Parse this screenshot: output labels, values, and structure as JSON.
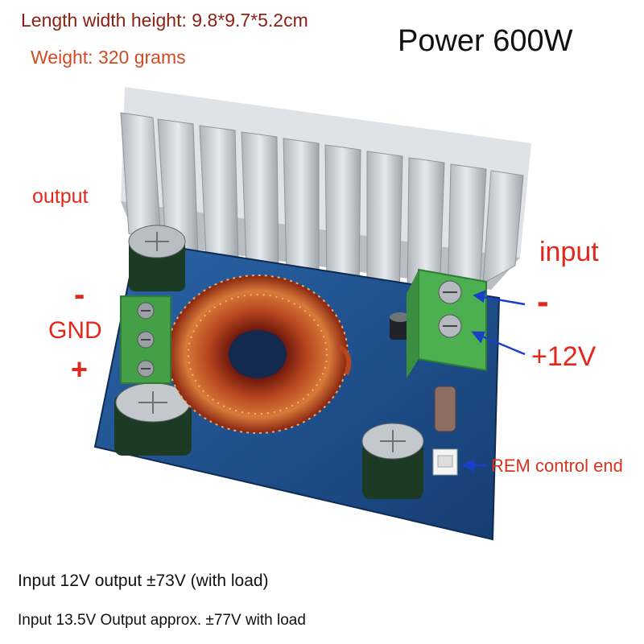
{
  "header": {
    "dimensions": "Length width height: 9.8*9.7*5.2cm",
    "weight": "Weight: 320 grams",
    "power": "Power 600W"
  },
  "labels": {
    "output": "output",
    "input": "input",
    "output_minus": "-",
    "gnd": "GND",
    "output_plus": "+",
    "input_minus": "-",
    "input_plus": "+12V",
    "rem": "REM control end"
  },
  "notes": {
    "line1": "Input 12V output ±73V (with load)",
    "line2": "Input 13.5V Output approx. ±77V with load"
  },
  "colors": {
    "label_red": "#e4271c",
    "arrow_blue": "#1a3fc9",
    "pcb_blue": "#1f4f8c",
    "heatsink": "#c9ced3",
    "capacitor": "#1d3b24",
    "terminal_green": "#4caf50"
  }
}
